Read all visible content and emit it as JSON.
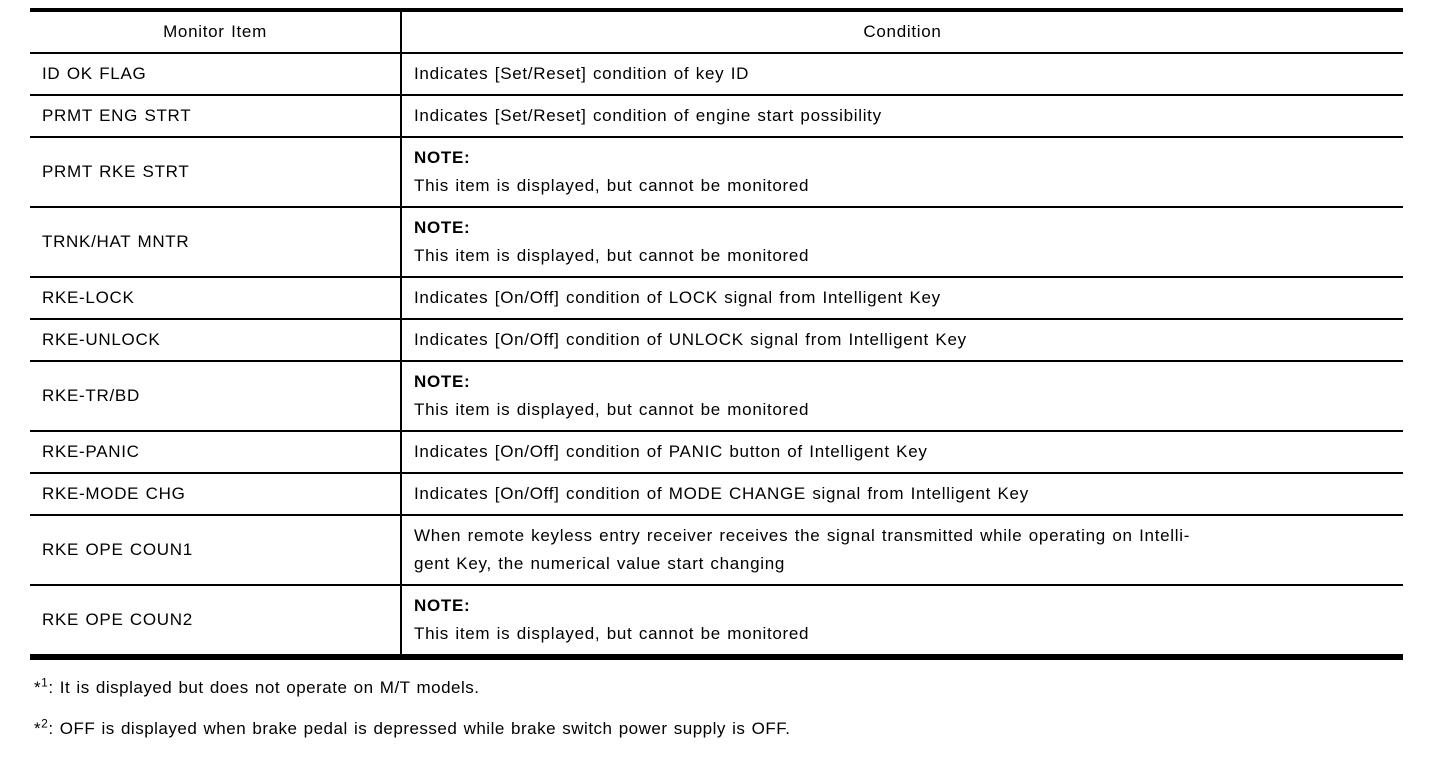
{
  "table": {
    "headers": [
      "Monitor Item",
      "Condition"
    ],
    "note_label": "NOTE:",
    "rows": [
      {
        "item": "ID OK FLAG",
        "note": false,
        "lines": [
          "Indicates [Set/Reset] condition of key ID"
        ]
      },
      {
        "item": "PRMT ENG STRT",
        "note": false,
        "lines": [
          "Indicates [Set/Reset] condition of engine start possibility"
        ]
      },
      {
        "item": "PRMT RKE STRT",
        "note": true,
        "lines": [
          "This item is displayed, but cannot be monitored"
        ]
      },
      {
        "item": "TRNK/HAT MNTR",
        "note": true,
        "lines": [
          "This item is displayed, but cannot be monitored"
        ]
      },
      {
        "item": "RKE-LOCK",
        "note": false,
        "lines": [
          "Indicates [On/Off] condition of LOCK signal from Intelligent Key"
        ]
      },
      {
        "item": "RKE-UNLOCK",
        "note": false,
        "lines": [
          "Indicates [On/Off] condition of UNLOCK signal from Intelligent Key"
        ]
      },
      {
        "item": "RKE-TR/BD",
        "note": true,
        "lines": [
          "This item is displayed, but cannot be monitored"
        ]
      },
      {
        "item": "RKE-PANIC",
        "note": false,
        "lines": [
          "Indicates [On/Off] condition of PANIC button of Intelligent Key"
        ]
      },
      {
        "item": "RKE-MODE CHG",
        "note": false,
        "lines": [
          "Indicates [On/Off] condition of MODE CHANGE signal from Intelligent Key"
        ]
      },
      {
        "item": "RKE OPE COUN1",
        "note": false,
        "lines": [
          "When remote keyless entry receiver receives the signal transmitted while operating on Intelli-",
          "gent Key, the numerical value start changing"
        ]
      },
      {
        "item": "RKE OPE COUN2",
        "note": true,
        "lines": [
          "This item is displayed, but cannot be monitored"
        ]
      }
    ]
  },
  "footnotes": [
    {
      "marker": "*",
      "sup": "1",
      "text": ": It is displayed but does not operate on M/T models."
    },
    {
      "marker": "*",
      "sup": "2",
      "text": ": OFF is displayed when brake pedal is depressed while brake switch power supply is OFF."
    }
  ]
}
